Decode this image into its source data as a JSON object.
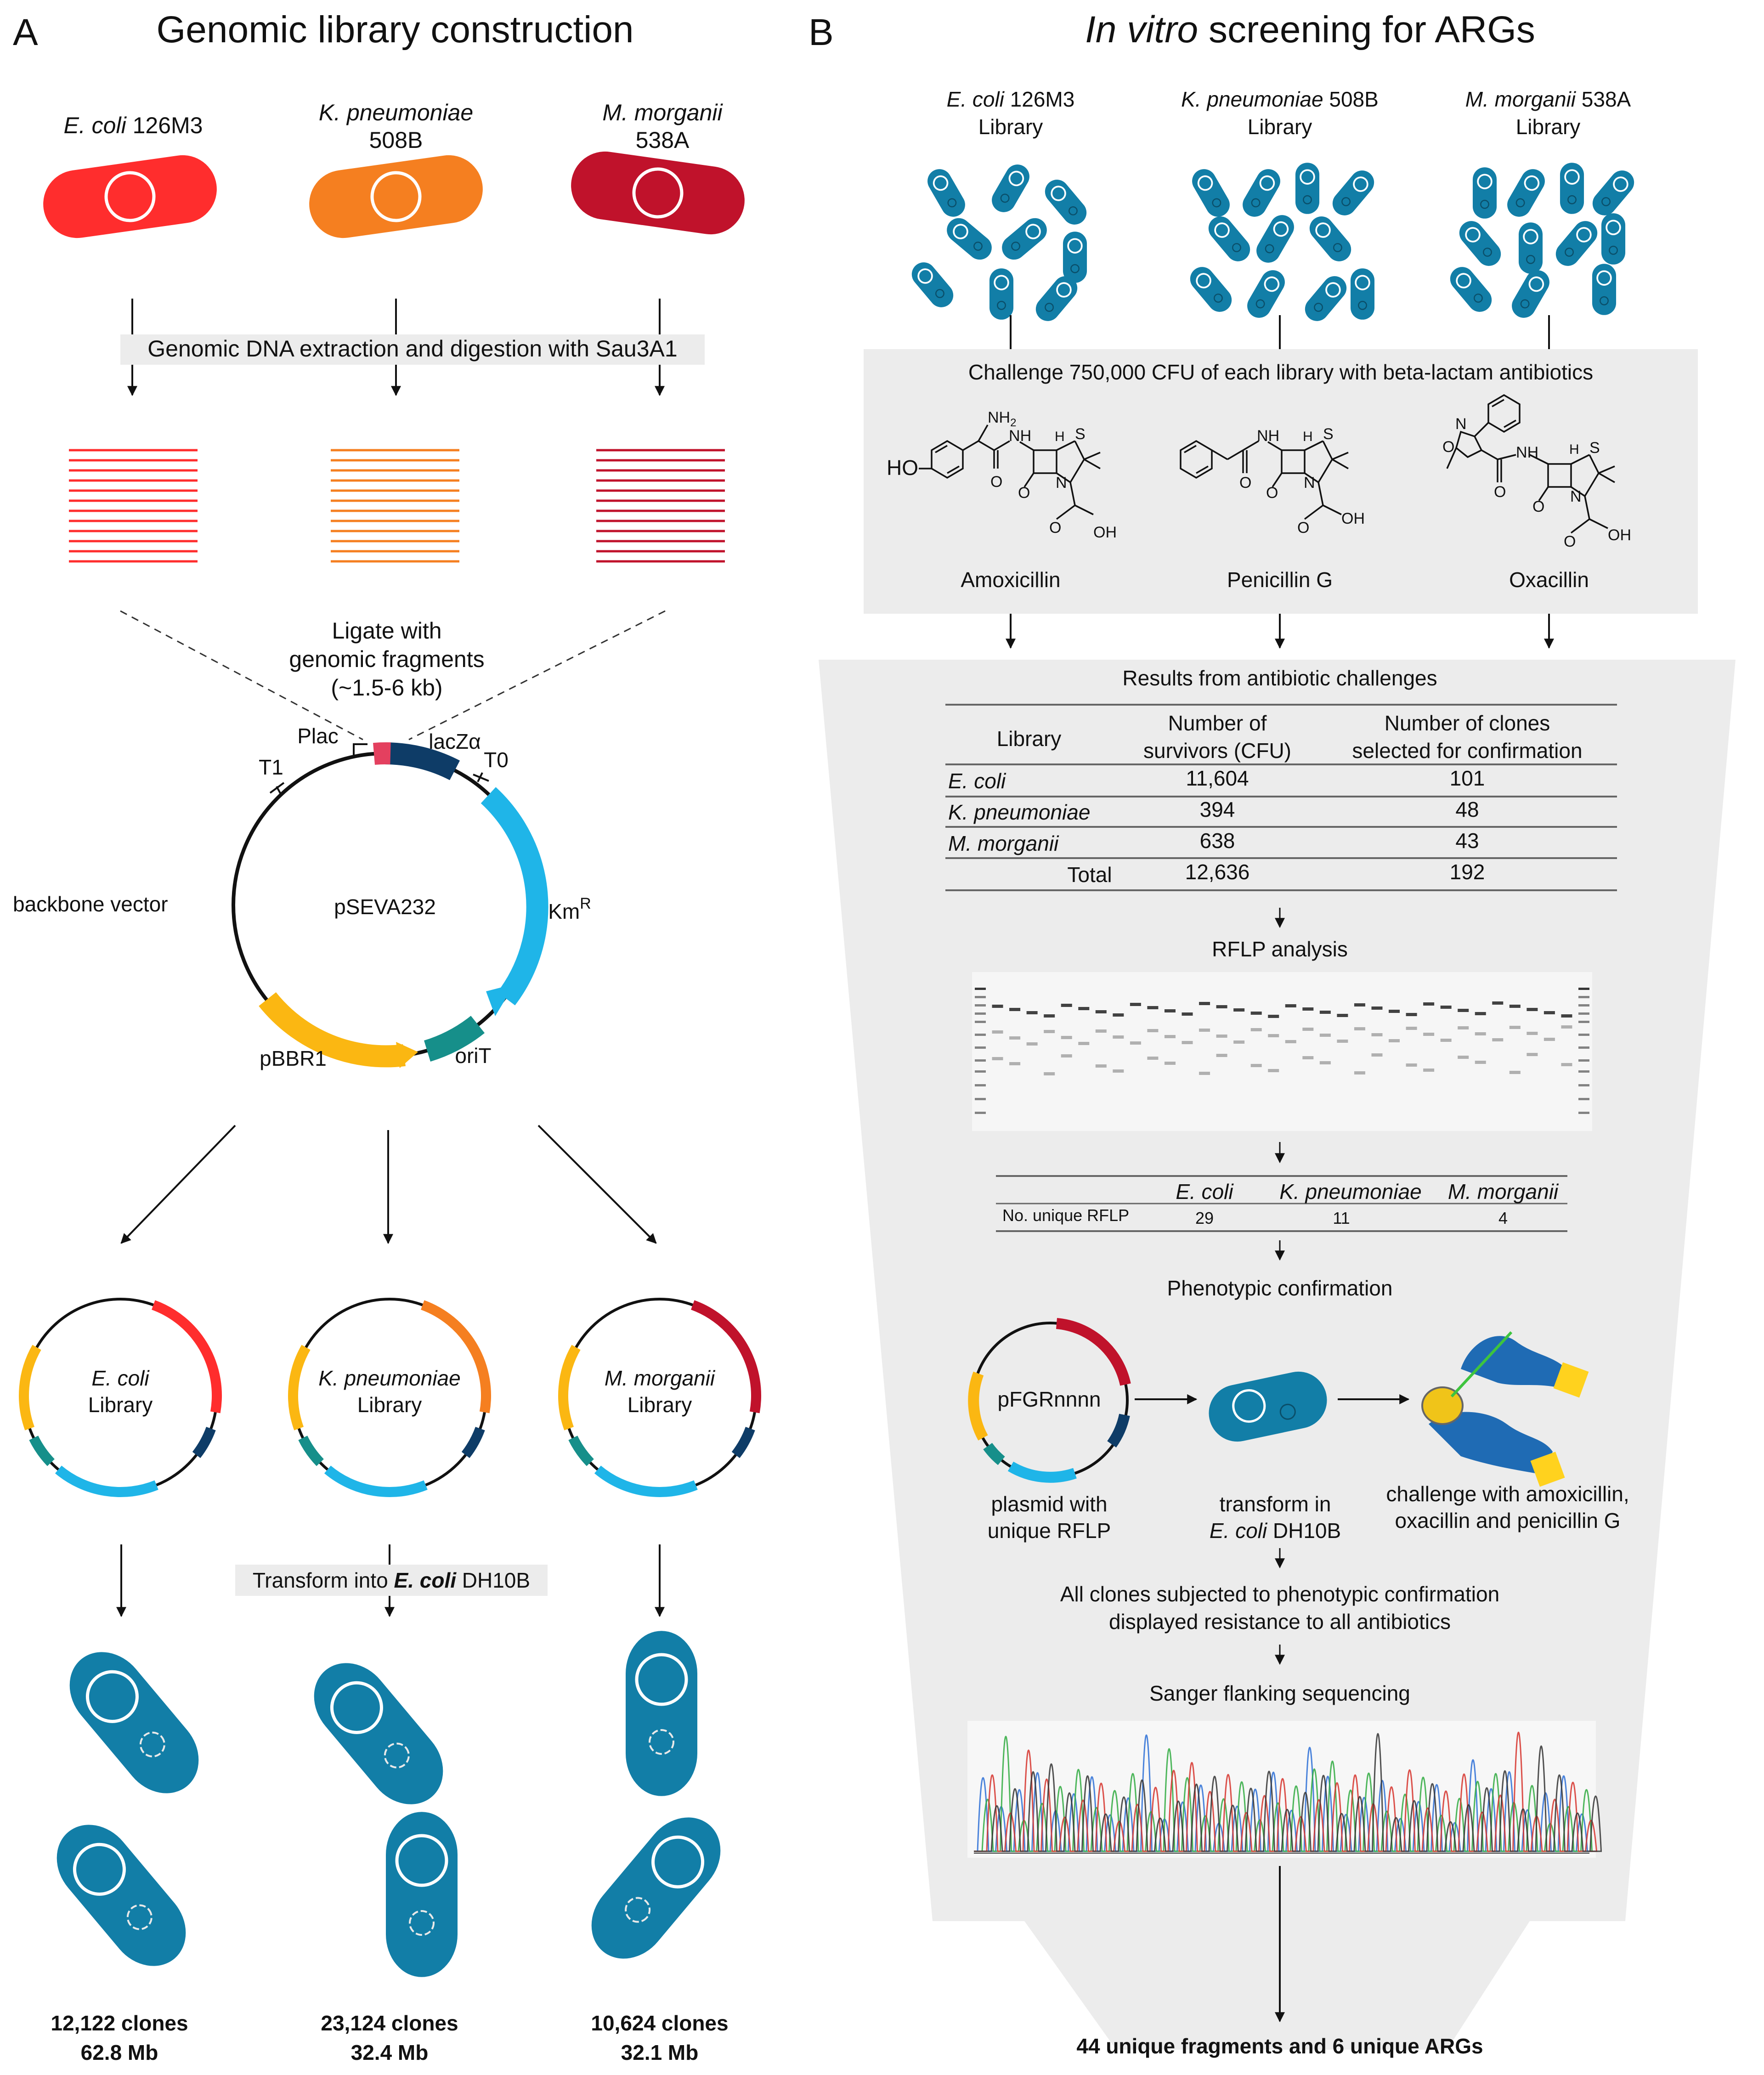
{
  "colors": {
    "ecoli": "#ff2d2d",
    "kpneumoniae": "#f57f20",
    "mmorganii": "#c0122b",
    "teal_cell": "#127ea7",
    "backbone_blue": "#1fb5e8",
    "oriT_teal": "#168f8a",
    "pBBR1_yellow": "#fbb712",
    "lacZ_navy": "#0e3c67",
    "panel_grey": "#ececec"
  },
  "panelA": {
    "letter": "A",
    "title": "Genomic library construction",
    "strains": [
      {
        "species": "E. coli",
        "strain": "126M3"
      },
      {
        "species": "K. pneumoniae",
        "strain": "508B"
      },
      {
        "species": "M. morganii",
        "strain": "538A"
      }
    ],
    "step_digestion": "Genomic DNA extraction and digestion with Sau3A1",
    "ligate": [
      "Ligate",
      "with",
      "genomic fragments",
      "(~1.5-6 kb)"
    ],
    "vector_label": "backbone vector",
    "plasmid_name": "pSEVA232",
    "plasmid_features": {
      "plac": "Plac",
      "lacz": "lacZα",
      "t0": "T0",
      "t1": "T1",
      "kmr_base": "Km",
      "kmr_sup": "R",
      "pbbr1": "pBBR1",
      "orit": "oriT"
    },
    "libraries": [
      {
        "species": "E. coli",
        "label": "Library"
      },
      {
        "species": "K. pneumoniae",
        "label": "Library"
      },
      {
        "species": "M. morganii",
        "label": "Library"
      }
    ],
    "transform_prefix": "Transform into ",
    "transform_species": "E. coli",
    "transform_suffix": " DH10B",
    "results": [
      {
        "clones": "12,122 clones",
        "size": "62.8 Mb"
      },
      {
        "clones": "23,124 clones",
        "size": "32.4 Mb"
      },
      {
        "clones": "10,624 clones",
        "size": "32.1 Mb"
      }
    ]
  },
  "panelB": {
    "letter": "B",
    "title_italic": "In vitro",
    "title_rest": " screening for ARGs",
    "libraries": [
      {
        "species": "E. coli",
        "strain": " 126M3",
        "label": "Library"
      },
      {
        "species": "K. pneumoniae",
        "strain": " 508B",
        "label": "Library"
      },
      {
        "species": "M. morganii",
        "strain": " 538A",
        "label": "Library"
      }
    ],
    "challenge": "Challenge 750,000 CFU of each library with beta-lactam antibiotics",
    "antibiotics": [
      "Amoxicillin",
      "Penicillin G",
      "Oxacillin"
    ],
    "chem": {
      "nh2": "NH",
      "nh2_sub": "2",
      "ho": "HO",
      "h": "H",
      "n": "N",
      "s": "S",
      "o": "O",
      "oh": "OH"
    },
    "results_title": "Results from antibiotic challenges",
    "results_table": {
      "headers": [
        "Library",
        "Number of",
        "survivors (CFU)",
        "Number of clones",
        "selected for confirmation"
      ],
      "rows": [
        {
          "library": "E. coli",
          "survivors": "11,604",
          "selected": "101"
        },
        {
          "library": "K. pneumoniae",
          "survivors": "394",
          "selected": "48"
        },
        {
          "library": "M. morganii",
          "survivors": "638",
          "selected": "43"
        }
      ],
      "total": {
        "library": "Total",
        "survivors": "12,636",
        "selected": "192"
      }
    },
    "rflp_title": "RFLP analysis",
    "rflp_table": {
      "row_label": "No. unique RFLP",
      "columns": [
        "E. coli",
        "K. pneumoniae",
        "M. morganii"
      ],
      "values": [
        "29",
        "11",
        "4"
      ]
    },
    "phenotypic_title": "Phenotypic confirmation",
    "plasmid_name": "pFGRnnnn",
    "plasmid_caption": [
      "plasmid with",
      "unique RFLP"
    ],
    "transform_caption": [
      "transform in",
      "E. coli",
      " DH10B"
    ],
    "challenge_caption": [
      "challenge with amoxicillin,",
      "oxacillin and penicillin G"
    ],
    "all_clones": [
      "All clones subjected to phenotypic confirmation",
      "displayed resistance to all antibiotics"
    ],
    "sanger_title": "Sanger flanking sequencing",
    "final_result": "44 unique fragments and 6 unique ARGs"
  }
}
